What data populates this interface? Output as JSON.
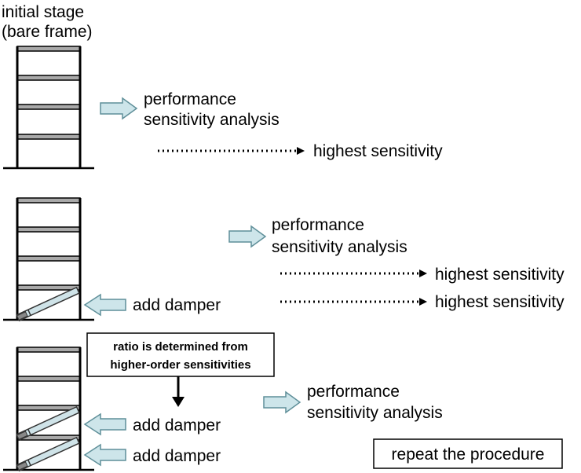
{
  "stage_title": {
    "line1": "initial stage",
    "line2": "(bare frame)"
  },
  "stage1": {
    "analysis_line1": "performance",
    "analysis_line2": "sensitivity analysis",
    "result": "highest sensitivity"
  },
  "stage2": {
    "analysis_line1": "performance",
    "analysis_line2": "sensitivity analysis",
    "result1": "highest sensitivity",
    "result2": "highest sensitivity",
    "damper_label": "add damper"
  },
  "stage3": {
    "note_line1": "ratio is determined from",
    "note_line2": "higher-order sensitivities",
    "analysis_line1": "performance",
    "analysis_line2": "sensitivity analysis",
    "damper_label1": "add damper",
    "damper_label2": "add damper",
    "repeat": "repeat the procedure"
  },
  "colors": {
    "floor_fill": "#a9a9a9",
    "arrow_fill": "#cde5ea",
    "arrow_stroke": "#5f8f99",
    "damper_fill": "#cfe3e8",
    "damper_stroke": "#333333"
  }
}
